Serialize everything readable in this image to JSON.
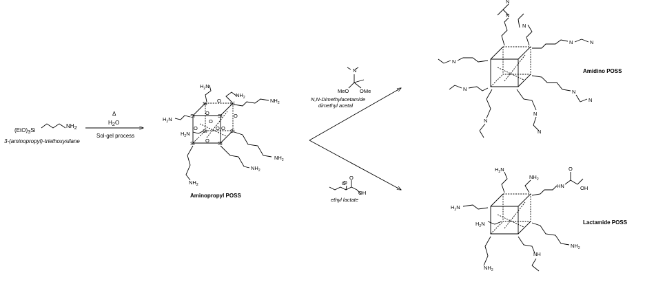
{
  "start_reagent": {
    "formula_prefix": "(EtO)",
    "formula_sub": "3",
    "formula_si": "Si",
    "amine": "NH",
    "amine_sub": "2",
    "name": "3-(aminopropyl)-triethoxysilane"
  },
  "step1": {
    "heat": "Δ",
    "water": "H",
    "water_sub": "2",
    "water_o": "O",
    "process": "Sol-gel process"
  },
  "aminopropyl": {
    "name": "Aminopropyl POSS",
    "si": "Si",
    "o": "O",
    "amine": "NH",
    "amine_sub": "2",
    "h2n": "H",
    "h2n_sub": "2",
    "h2n_n": "N"
  },
  "upper_reagent": {
    "n": "N",
    "meo": "MeO",
    "ome": "OMe",
    "name_line1": "N,N-Dimethylacetamide",
    "name_line2": "dimethyl acetal"
  },
  "lower_reagent": {
    "o": "O",
    "oh": "OH",
    "name": "ethyl lactate"
  },
  "amidino": {
    "name": "Amidino POSS",
    "n": "N"
  },
  "lactamide": {
    "name": "Lactamide POSS",
    "hn": "H",
    "hn_n": "N",
    "oh": "OH",
    "o": "O"
  }
}
